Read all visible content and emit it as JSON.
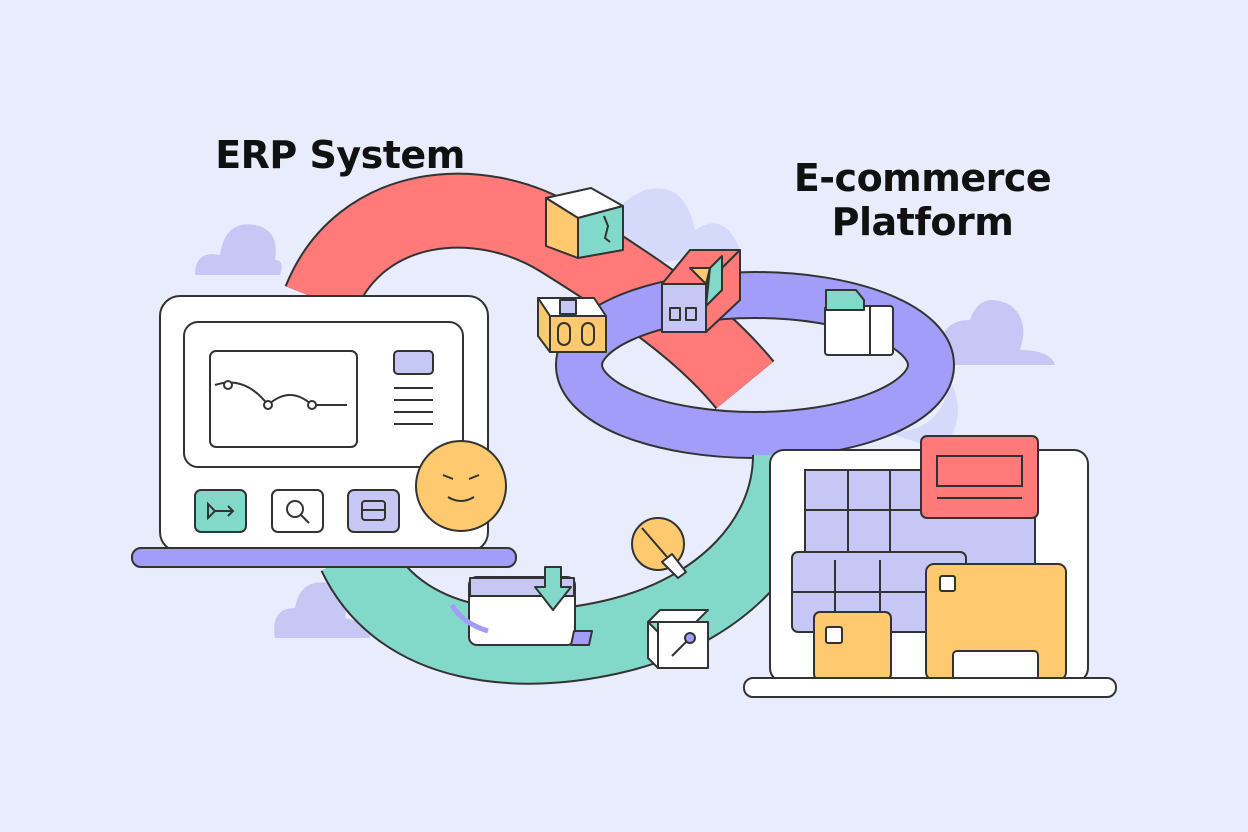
{
  "labels": {
    "erp": "ERP System",
    "ecommerce_line1": "E-commerce",
    "ecommerce_line2": "Platform"
  },
  "colors": {
    "background": "#E8ECFC",
    "red": "#FF7A78",
    "purple": "#A29DF8",
    "green": "#82D9C9",
    "yellow": "#FFC96F",
    "lavender": "#C7C7F6",
    "outline": "#333333"
  }
}
